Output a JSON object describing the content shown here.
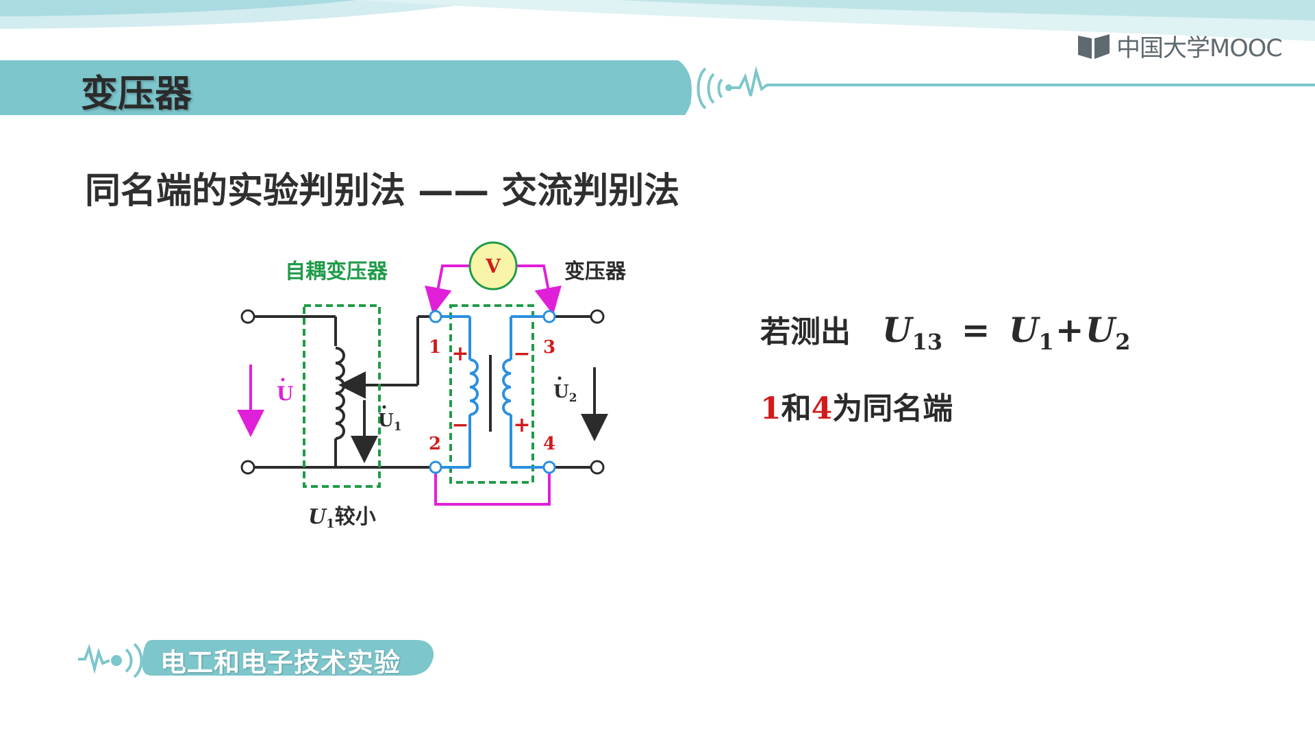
{
  "brand": {
    "logo": "中国大学MOOC",
    "icon": "book-icon"
  },
  "header": {
    "title": "变压器"
  },
  "slide": {
    "heading": "同名端的实验判别法 —— 交流判别法"
  },
  "circuit": {
    "autotransformer_label": "自耦变压器",
    "transformer_label": "变压器",
    "voltmeter_symbol": "V",
    "source_voltage": "U",
    "tap_voltage": "U",
    "tap_voltage_sub": "1",
    "secondary_voltage": "U",
    "secondary_voltage_sub": "2",
    "terminals": [
      "1",
      "2",
      "3",
      "4"
    ],
    "plus": "+",
    "minus": "−",
    "caption_var": "U",
    "caption_sub": "1",
    "caption_text": "较小"
  },
  "result": {
    "prefix": "若测出",
    "lhs": "U",
    "lhs_sub": "13",
    "equals": "=",
    "u1": "U",
    "u1_sub": "1",
    "plus": "+",
    "u2": "U",
    "u2_sub": "2"
  },
  "conclusion": {
    "n1": "1",
    "and": "和",
    "n2": "4",
    "text": "为同名端"
  },
  "footer": {
    "course": "电工和电子技术实验"
  },
  "colors": {
    "teal": "#7cc6cc",
    "green": "#1f9b48",
    "magenta": "#e020d8",
    "blue": "#2a8fe0",
    "red": "#d11b1b"
  }
}
